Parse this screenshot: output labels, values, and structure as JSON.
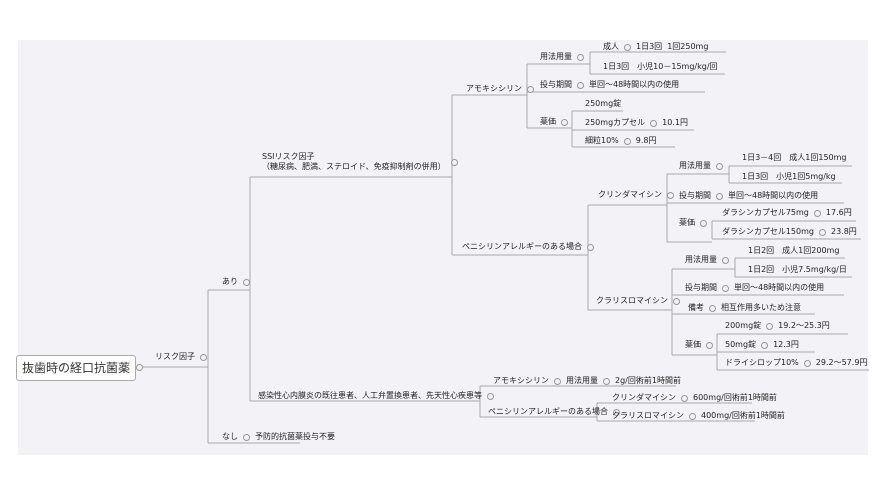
{
  "root": "抜歯時の経口抗菌薬",
  "risk": "リスク因子",
  "yes": "あり",
  "no": "なし",
  "no_action": "予防的抗菌薬投与不要",
  "ssi": {
    "title": "SSIリスク因子",
    "detail": "（糖尿病、肥満、ステロイド、免疫抑制剤の併用）",
    "amox": {
      "name": "アモキシシリン",
      "dose": "用法用量",
      "adult": "成人",
      "adult_freq": "1日3回",
      "adult_amt": "1回250mg",
      "child": "1日3回　小児10－15mg/kg/回",
      "period": "投与期間",
      "period_val": "単回～48時間以内の使用",
      "price": "薬価",
      "p1": "250mg錠",
      "p2": "250mgカプセル",
      "p2v": "10.1円",
      "p3": "細粒10%",
      "p3v": "9.8円"
    },
    "allergy": "ペニシリンアレルギーのある場合",
    "clinda": {
      "name": "クリンダマイシン",
      "dose": "用法用量",
      "d1": "1日3－4回　成人1回150mg",
      "d2": "1日3回　小児1回5mg/kg",
      "period": "投与期間",
      "period_val": "単回～48時間以内の使用",
      "price": "薬価",
      "p1": "ダラシンカプセル75mg",
      "p1v": "17.6円",
      "p2": "ダラシンカプセル150mg",
      "p2v": "23.8円"
    },
    "clari": {
      "name": "クラリスロマイシン",
      "dose": "用法用量",
      "d1": "1日2回　成人1回200mg",
      "d2": "1日2回　小児7.5mg/kg/日",
      "period": "投与期間",
      "period_val": "単回～48時間以内の使用",
      "note": "備考",
      "note_val": "相互作用多いため注意",
      "price": "薬価",
      "p1": "200mg錠",
      "p1v": "19.2～25.3円",
      "p2": "50mg錠",
      "p2v": "12.3円",
      "p3": "ドライシロップ10%",
      "p3v": "29.2～57.9円"
    }
  },
  "ie": {
    "title": "感染性心内膜炎の既往患者、人工弁置換患者、先天性心疾患等",
    "amox": "アモキシシリン",
    "amox_dose": "用法用量",
    "amox_val": "2g/回術前1時間前",
    "allergy": "ペニシリンアレルギーのある場合",
    "clinda": "クリンダマイシン",
    "clinda_val": "600mg/回術前1時間前",
    "clari": "クラリスロマイシン",
    "clari_val": "400mg/回術前1時間前"
  }
}
